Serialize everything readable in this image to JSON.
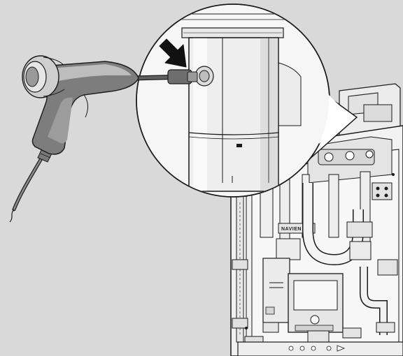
{
  "figure": {
    "heater_label": "NAVIEN",
    "colors": {
      "background": "#d9d9d9",
      "line": "#1a1a1a",
      "unit_fill": "#f4f4f4",
      "probe_dark": "#6b6b6b",
      "probe_light": "#cfcfcf",
      "zoom_fill": "#ffffff",
      "arrow": "#111111"
    },
    "parts": [
      "combustion-analyzer-probe",
      "probe-cable",
      "exhaust-vent-pipe",
      "test-port",
      "pointer-arrow",
      "zoom-callout",
      "water-heater-unit"
    ]
  }
}
